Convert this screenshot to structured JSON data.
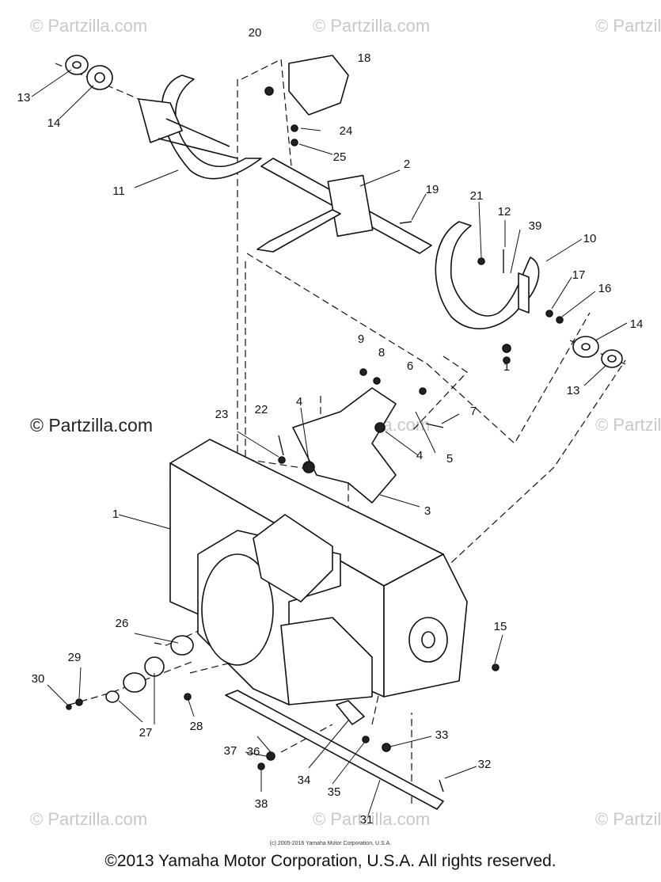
{
  "watermarks": {
    "top_left": "© Partzilla.com",
    "top_center": "© Partzilla.com",
    "top_right": "© Partzilla",
    "middle_left": "© Partzilla.com",
    "middle_center": "© Partzilla.com",
    "middle_right": "© Partzilla",
    "bottom_left": "© Partzilla.com",
    "bottom_center": "© Partzilla.com",
    "bottom_right": "© Partzilla"
  },
  "callouts": [
    "20",
    "18",
    "13",
    "14",
    "24",
    "25",
    "2",
    "19",
    "11",
    "21",
    "12",
    "39",
    "10",
    "17",
    "16",
    "14",
    "9",
    "8",
    "6",
    "13",
    "7",
    "23",
    "22",
    "4",
    "4",
    "5",
    "3",
    "1",
    "1",
    "15",
    "26",
    "29",
    "30",
    "27",
    "28",
    "36",
    "37",
    "33",
    "32",
    "34",
    "35",
    "38",
    "31"
  ],
  "copyright_small": "(c) 2005-2016 Yamaha Motor Corporation, U.S.A.",
  "copyright_main": "©2013 Yamaha Motor Corporation, U.S.A. All rights reserved."
}
